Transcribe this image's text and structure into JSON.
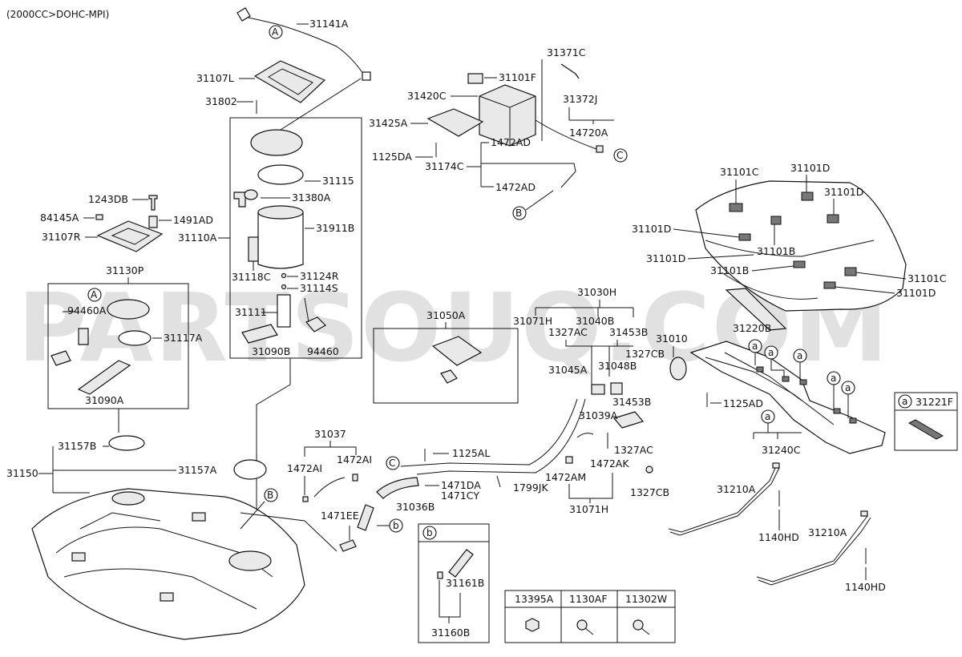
{
  "header": "(2000CC>DOHC-MPI)",
  "watermark": "PARTSOUQ.COM",
  "labels": {
    "p31141A": "31141A",
    "p31107L": "31107L",
    "p31802": "31802",
    "p31115": "31115",
    "p31380A": "31380A",
    "p31911B": "31911B",
    "p31110A": "31110A",
    "p31118C": "31118C",
    "p31124R": "31124R",
    "p31114S": "31114S",
    "p31111": "31111",
    "p31090B": "31090B",
    "p94460": "94460",
    "p1243DB": "1243DB",
    "p84145A": "84145A",
    "p1491AD": "1491AD",
    "p31107R": "31107R",
    "p31130P": "31130P",
    "p94460A": "94460A",
    "p31117A": "31117A",
    "p31090A": "31090A",
    "p31371C": "31371C",
    "p31101F": "31101F",
    "p31420C": "31420C",
    "p31372J": "31372J",
    "p31425A": "31425A",
    "p14720A": "14720A",
    "p1472AD_1": "1472AD",
    "p1125DA": "1125DA",
    "p31174C": "31174C",
    "p1472AD_2": "1472AD",
    "p31101C_1": "31101C",
    "p31101D_1": "31101D",
    "p31101D_2": "31101D",
    "p31101D_3": "31101D",
    "p31101D_4": "31101D",
    "p31101B_1": "31101B",
    "p31101B_2": "31101B",
    "p31101C_2": "31101C",
    "p31101D_5": "31101D",
    "p31220B": "31220B",
    "p31030H": "31030H",
    "p31071H_1": "31071H",
    "p31040B": "31040B",
    "p1327AC_1": "1327AC",
    "p31453B_1": "31453B",
    "p31050A": "31050A",
    "p31010": "31010",
    "p1327CB_1": "1327CB",
    "p31045A": "31045A",
    "p31048B": "31048B",
    "p1125AD": "1125AD",
    "p31221F": "31221F",
    "p31453B_2": "31453B",
    "p31039A": "31039A",
    "p1327AC_2": "1327AC",
    "p31240C": "31240C",
    "p1472AK": "1472AK",
    "p1472AM": "1472AM",
    "p1327CB_2": "1327CB",
    "p31071H_2": "31071H",
    "p31037": "31037",
    "p1472AI_1": "1472AI",
    "p1472AI_2": "1472AI",
    "p1125AL": "1125AL",
    "p31157B": "31157B",
    "p31150": "31150",
    "p31157A": "31157A",
    "p1471DA": "1471DA",
    "p1471CY": "1471CY",
    "p1799JK": "1799JK",
    "p31036B": "31036B",
    "p1471EE": "1471EE",
    "p31161B": "31161B",
    "p31160B": "31160B",
    "p31210A_1": "31210A",
    "p1140HD_1": "1140HD",
    "p31210A_2": "31210A",
    "p1140HD_2": "1140HD"
  },
  "callouts": {
    "a": "a",
    "b": "b",
    "A": "A",
    "B": "B",
    "C": "C"
  },
  "fastener_table": {
    "headers": [
      "13395A",
      "1130AF",
      "11302W"
    ]
  }
}
